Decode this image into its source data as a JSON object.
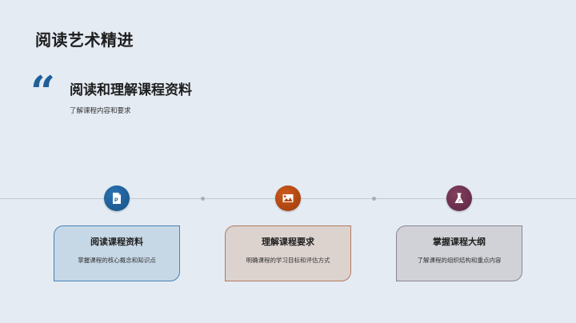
{
  "header": {
    "title": "阅读艺术精进"
  },
  "section": {
    "quote_icon": "quote-icon",
    "quote_glyph": "“",
    "heading": "阅读和理解课程资料",
    "description": "了解课程内容和要求"
  },
  "timeline": {
    "steps": [
      {
        "icon": "powerpoint-file-icon",
        "icon_color": "#1d5f98",
        "title": "阅读课程资料",
        "text": "掌握课程的核心概念和知识点",
        "card_bg": "#c6d7e6",
        "card_border": "#4a82b6"
      },
      {
        "icon": "image-icon",
        "icon_color": "#b4460f",
        "title": "理解课程要求",
        "text": "明确课程的学习目标和评估方式",
        "card_bg": "#dcd3cf",
        "card_border": "#b27a5e"
      },
      {
        "icon": "flask-icon",
        "icon_color": "#6b2f4c",
        "title": "掌握课程大纲",
        "text": "了解课程的组织结构和重点内容",
        "card_bg": "#d1d2d8",
        "card_border": "#8b8592"
      }
    ]
  },
  "colors": {
    "background": "#e4ebf3",
    "accent": "#1f5f99",
    "line": "#c2c8cf"
  }
}
